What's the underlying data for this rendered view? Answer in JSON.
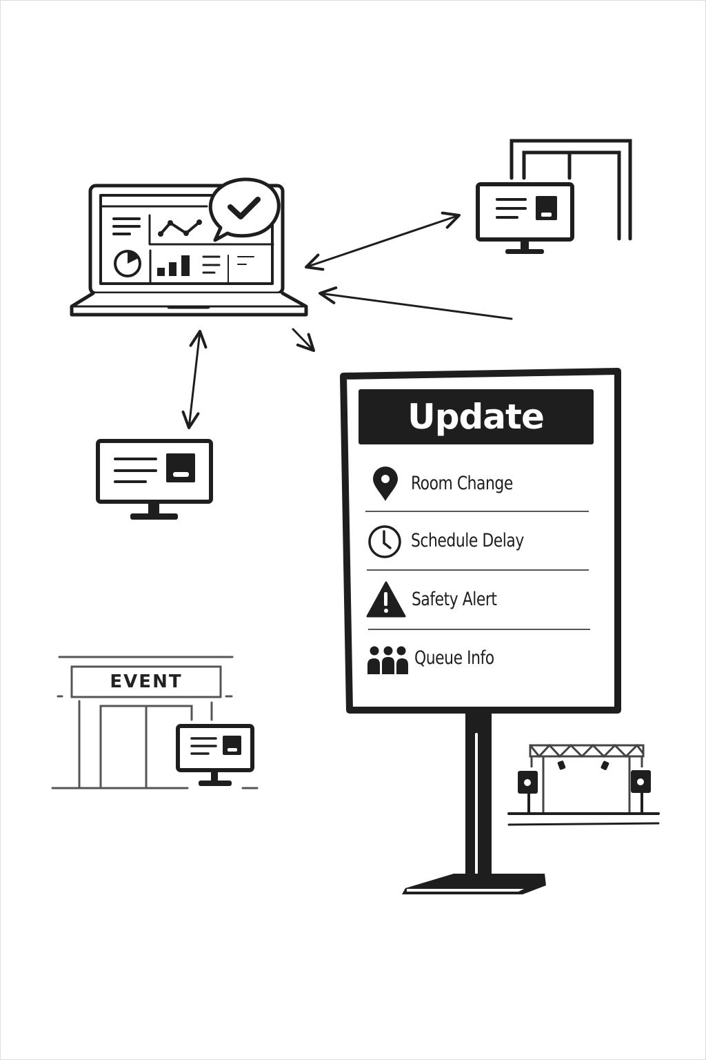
{
  "diagram": {
    "type": "event-signage-network",
    "nodes": [
      {
        "id": "control-laptop",
        "label": "",
        "icon": "laptop-dashboard-icon",
        "badge": "check-bubble-icon"
      },
      {
        "id": "gate-display",
        "label": "",
        "icon": "monitor-icon",
        "context": "gate-frame"
      },
      {
        "id": "standalone-display",
        "label": "",
        "icon": "monitor-icon"
      },
      {
        "id": "venue-entrance-display",
        "label": "",
        "icon": "monitor-icon",
        "context": "venue-entrance"
      },
      {
        "id": "stage",
        "label": "",
        "icon": "stage-truss-icon"
      },
      {
        "id": "signage-board",
        "label": "Update",
        "icon": "digital-signboard"
      }
    ],
    "edges": [
      {
        "from": "control-laptop",
        "to": "gate-display",
        "direction": "bidirectional"
      },
      {
        "from": "stage",
        "to": "control-laptop",
        "direction": "one-way"
      },
      {
        "from": "control-laptop",
        "to": "standalone-display",
        "direction": "bidirectional"
      },
      {
        "from": "control-laptop",
        "to": "signage-board",
        "direction": "one-way"
      }
    ]
  },
  "signboard": {
    "header": "Update",
    "items": [
      {
        "icon": "map-pin-icon",
        "label": "Room Change"
      },
      {
        "icon": "clock-icon",
        "label": "Schedule Delay"
      },
      {
        "icon": "warning-triangle-icon",
        "label": "Safety Alert"
      },
      {
        "icon": "people-group-icon",
        "label": "Queue Info"
      }
    ]
  },
  "venue": {
    "sign_text": "EVENT"
  },
  "colors": {
    "ink": "#1e1e1e",
    "background": "#ffffff",
    "line_gray": "#555555"
  }
}
